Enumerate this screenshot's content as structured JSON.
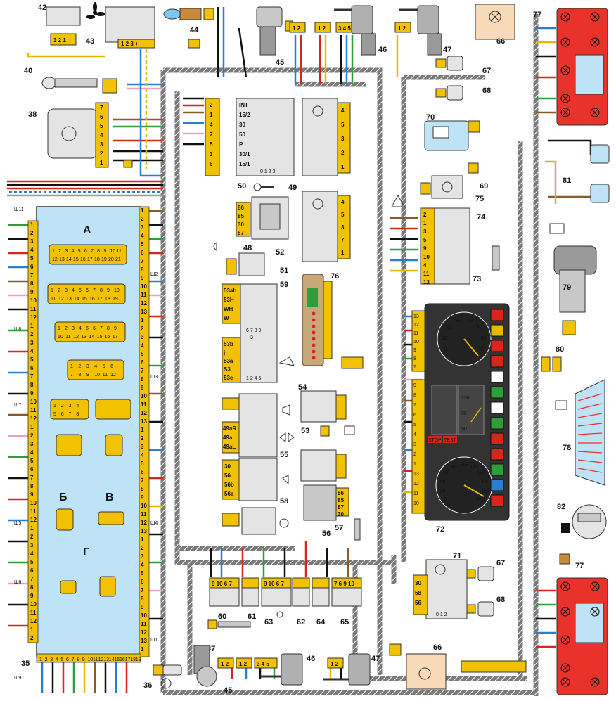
{
  "colors": {
    "harness": "#6b6b6b",
    "block": "#bfe3f6",
    "connector": "#f2c200",
    "lamp_red": "#e8322a",
    "relay_box": "#e4e4e4",
    "lamp_box": "#f8d9b8",
    "wire_red": "#d9261c",
    "wire_blue": "#2a7ed1",
    "wire_green": "#2e9e3a",
    "wire_brown": "#8a5a2b",
    "wire_black": "#111111",
    "wire_yellow": "#e8b800",
    "wire_white": "#ffffff",
    "wire_pink": "#f0a0c0",
    "wire_gray": "#9a9a9a"
  },
  "labels": {
    "n35": "35",
    "n36": "36",
    "n37": "37",
    "n38": "38",
    "n40": "40",
    "n42": "42",
    "n43": "43",
    "n44": "44",
    "n45": "45",
    "n46": "46",
    "n47": "47",
    "n48": "48",
    "n49": "49",
    "n50": "50",
    "n51": "51",
    "n52": "52",
    "n53": "53",
    "n54": "54",
    "n55": "55",
    "n56": "56",
    "n57": "57",
    "n58": "58",
    "n59": "59",
    "n60": "60",
    "n61": "61",
    "n62": "62",
    "n63": "63",
    "n64": "64",
    "n65": "65",
    "n66": "66",
    "n67": "67",
    "n68": "68",
    "n69": "69",
    "n70": "70",
    "n71": "71",
    "n72": "72",
    "n73": "73",
    "n74": "74",
    "n75": "75",
    "n76": "76",
    "n77": "77",
    "n78": "78",
    "n79": "79",
    "n80": "80",
    "n81": "81",
    "n82": "82"
  },
  "fuse_block": {
    "letter_a": "А",
    "letter_b": "Б",
    "letter_v": "В",
    "letter_g": "Г",
    "sh_labels": [
      "Ш11",
      "Ш2",
      "Ш8",
      "Ш3",
      "Ш7",
      "Ш5",
      "Ш4",
      "Ш6",
      "Ш1",
      "Ш9"
    ],
    "conn_rows": [
      [
        "1",
        "2",
        "3",
        "4",
        "5",
        "6",
        "7",
        "8",
        "9",
        "10",
        "11"
      ],
      [
        "1",
        "2",
        "3",
        "4",
        "5",
        "6",
        "7",
        "8",
        "9",
        "10"
      ],
      [
        "1",
        "2",
        "3",
        "4",
        "5",
        "6",
        "7",
        "8",
        "9"
      ],
      [
        "1",
        "2",
        "3",
        "4",
        "5",
        "6"
      ],
      [
        "1",
        "2",
        "3",
        "4"
      ],
      [
        "1",
        "2",
        "3"
      ],
      [
        "1",
        "2"
      ]
    ],
    "conn_rows2": [
      [
        "12",
        "13",
        "14",
        "15",
        "16",
        "17",
        "18",
        "19",
        "20",
        "21"
      ],
      [
        "11",
        "12",
        "13",
        "14",
        "15",
        "16",
        "17",
        "18",
        "19"
      ],
      [
        "10",
        "11",
        "12",
        "13",
        "14",
        "15",
        "16",
        "17"
      ],
      [
        "7",
        "8",
        "9",
        "10",
        "11",
        "12"
      ],
      [
        "5",
        "6",
        "7",
        "8"
      ],
      [
        "4",
        "5",
        "6"
      ],
      [
        "3",
        "4"
      ]
    ],
    "bottom_pins": [
      "1",
      "2",
      "3",
      "4",
      "5",
      "6",
      "7",
      "8",
      "9",
      "10",
      "11",
      "12",
      "13",
      "14",
      "15",
      "16",
      "17",
      "18",
      "19"
    ]
  },
  "ignition_switch": {
    "terminals": [
      "INT",
      "15/2",
      "30",
      "50",
      "P",
      "30/1",
      "15/1"
    ],
    "pins": [
      "2",
      "1",
      "4",
      "7",
      "5",
      "3",
      "6"
    ],
    "positions": "0 1 2 3"
  },
  "relay_52": {
    "terminals": [
      "86",
      "85",
      "30",
      "87"
    ]
  },
  "wiper_switch": {
    "terminals": [
      "53ah",
      "53H",
      "WH",
      "W"
    ],
    "pins_a": "6 7 8 9",
    "terminals2": [
      "53b",
      "j",
      "53a",
      "S3",
      "53e"
    ],
    "pins_b": "1 2 4 5",
    "mid": "3"
  },
  "turn_switch": {
    "terminals": [
      "49aR",
      "49a",
      "49aL"
    ]
  },
  "light_switch": {
    "terminals": [
      "30",
      "56",
      "56b",
      "56a"
    ]
  },
  "switch_71": {
    "terminals": [
      "30",
      "58",
      "56"
    ],
    "positions": "0 1 2"
  },
  "right_panel_74": {
    "pins": [
      "2",
      "1",
      "3",
      "5",
      "9",
      "10",
      "4",
      "11",
      "12"
    ]
  },
  "relay_49": {
    "pins": [
      "4",
      "5",
      "3",
      "2",
      "1"
    ]
  },
  "relay_51": {
    "pins": [
      "4",
      "5",
      "3",
      "7",
      "1"
    ]
  },
  "relay_56": {
    "pins": [
      "86",
      "85",
      "87",
      "30"
    ]
  },
  "cluster": {
    "tacho_ticks": [
      "0",
      "10",
      "20",
      "30",
      "40",
      "50",
      "60",
      "70"
    ],
    "speedo_ticks": [
      "0",
      "20",
      "40",
      "60",
      "80",
      "100",
      "120",
      "140",
      "160",
      "180",
      "200"
    ],
    "temp_ticks": [
      "50",
      "90",
      "130"
    ],
    "stop": "STOP",
    "test": "TEST",
    "pins_left": [
      "13",
      "12",
      "11",
      "10",
      "9",
      "8",
      "7",
      "6",
      "5",
      "4",
      "3",
      "2",
      "1"
    ],
    "pins_left2": [
      "9",
      "8",
      "7",
      "6",
      "5",
      "4",
      "3",
      "2",
      "1",
      "13",
      "12",
      "11",
      "10"
    ]
  },
  "connectors": {
    "c42": "3 2 1",
    "c43": "1 2 3 +",
    "c38": [
      "7",
      "6",
      "5",
      "4",
      "3",
      "2",
      "1"
    ],
    "c46top": "3 4 5",
    "c12a": "1 2",
    "c12b": "1 2",
    "c12c": "1 2",
    "c46bot": "3 4 5",
    "c12d": "1 2",
    "c12e": "1 2",
    "c12f": "1 2",
    "sw60": "9 10 6 7",
    "sw63": "9 10 6 7",
    "sw65": "7 6 9 10"
  },
  "icons": [
    "fan-icon",
    "bulb-icon",
    "key-icon",
    "hazard-triangle-icon",
    "horn-icon",
    "seat-heater-icon",
    "wiper-icon",
    "washer-icon",
    "headlight-icon",
    "turn-arrows-icon",
    "dimmer-icon",
    "fog-light-icon",
    "rear-defrost-icon",
    "fuel-pump-icon",
    "parking-icon",
    "courtesy-light-icon",
    "door-ajar-icon",
    "fuel-level-icon"
  ]
}
